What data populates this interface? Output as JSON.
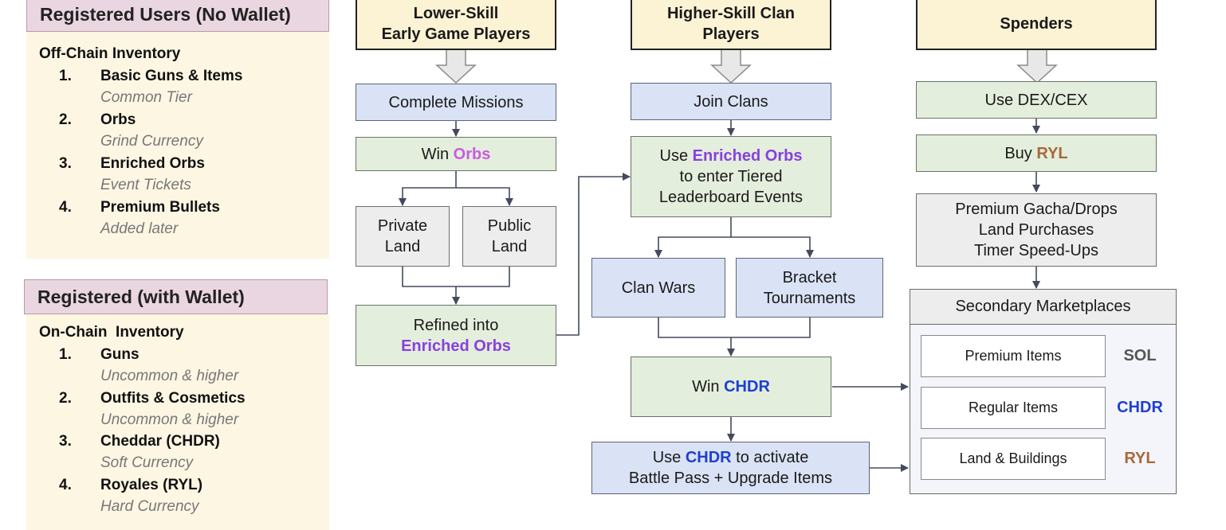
{
  "wallet_less": {
    "title": "Registered Users (No Wallet)",
    "inventory_title": "Off-Chain Inventory",
    "items": [
      {
        "num": "1.",
        "name": "Basic Guns & Items",
        "sub": "Common Tier"
      },
      {
        "num": "2.",
        "name": "Orbs",
        "sub": "Grind Currency"
      },
      {
        "num": "3.",
        "name": "Enriched Orbs",
        "sub": "Event Tickets"
      },
      {
        "num": "4.",
        "name": "Premium Bullets",
        "sub": "Added later"
      }
    ]
  },
  "wallet": {
    "title": "Registered (with Wallet)",
    "inventory_title": "On-Chain  Inventory",
    "items": [
      {
        "num": "1.",
        "name": "Guns",
        "sub": "Uncommon & higher"
      },
      {
        "num": "2.",
        "name": "Outfits & Cosmetics",
        "sub": "Uncommon & higher"
      },
      {
        "num": "3.",
        "name": "Cheddar (CHDR)",
        "sub": "Soft Currency"
      },
      {
        "num": "4.",
        "name": "Royales (RYL)",
        "sub": "Hard Currency"
      }
    ]
  },
  "col1": {
    "header_line1": "Lower-Skill",
    "header_line2": "Early Game Players",
    "complete_missions": "Complete Missions",
    "win_prefix": "Win ",
    "win_orbs": "Orbs",
    "private_line1": "Private",
    "private_line2": "Land",
    "public_line1": "Public",
    "public_line2": "Land",
    "refined_line1": "Refined into",
    "refined_line2": "Enriched Orbs"
  },
  "col2": {
    "header_line1": "Higher-Skill Clan",
    "header_line2": "Players",
    "join_clans": "Join Clans",
    "use_prefix": "Use ",
    "use_enriched": "Enriched Orbs",
    "use_line2": "to enter Tiered",
    "use_line3": "Leaderboard Events",
    "clan_wars": "Clan Wars",
    "bracket_line1": "Bracket",
    "bracket_line2": "Tournaments",
    "win_prefix": "Win ",
    "win_chdr": "CHDR",
    "bp_prefix": "Use ",
    "bp_chdr": "CHDR",
    "bp_suffix": " to activate",
    "bp_line2": "Battle Pass + Upgrade Items"
  },
  "col3": {
    "header": "Spenders",
    "use_dex": "Use DEX/CEX",
    "buy_prefix": "Buy ",
    "buy_ryl": "RYL",
    "premium_line1": "Premium Gacha/Drops",
    "premium_line2": "Land Purchases",
    "premium_line3": "Timer Speed-Ups"
  },
  "market": {
    "title": "Secondary Marketplaces",
    "items": [
      {
        "label": "Premium Items",
        "currency": "SOL"
      },
      {
        "label": "Regular Items",
        "currency": "CHDR"
      },
      {
        "label": "Land & Buildings",
        "currency": "RYL"
      }
    ]
  },
  "colors": {
    "orbs": "#c85ae0",
    "enriched_orbs": "#8840e0",
    "chdr": "#1f3fd2",
    "ryl": "#a8683a",
    "sol": "#555555",
    "action_box": "#dae3f5",
    "reward_box": "#e4eedc",
    "header_box": "#fcf2d4",
    "panel_bg": "#fdf6e3",
    "panel_title": "#ead6e0"
  }
}
